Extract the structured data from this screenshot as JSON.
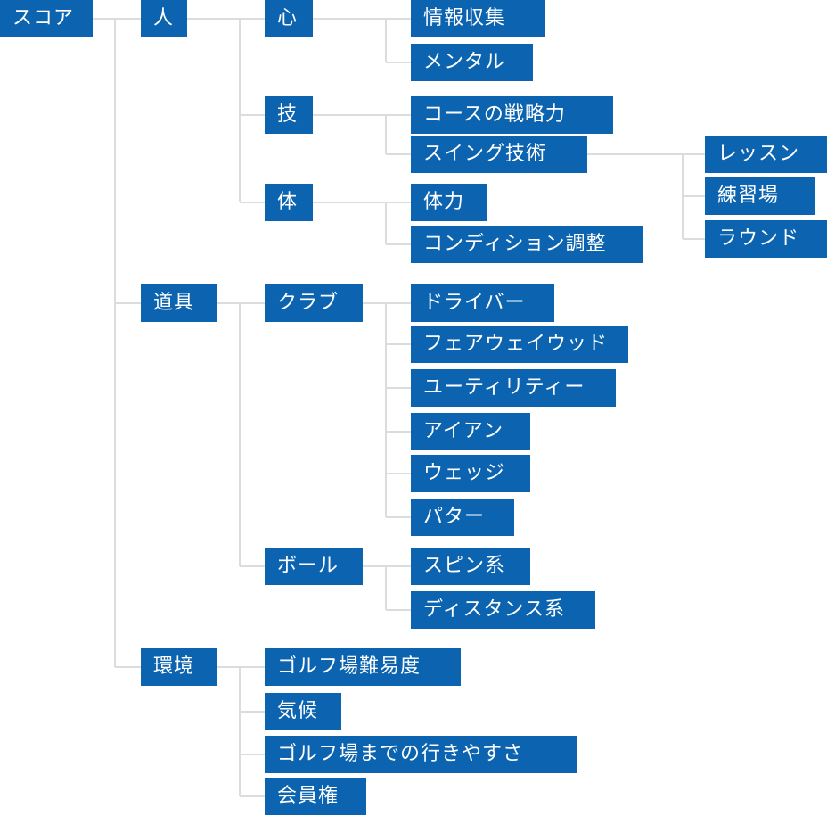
{
  "root": {
    "label": "スコア"
  },
  "people": {
    "label": "人"
  },
  "mind": {
    "label": "心",
    "items": [
      "情報収集",
      "メンタル"
    ]
  },
  "skill": {
    "label": "技",
    "items": [
      "コースの戦略力",
      "スイング技術"
    ]
  },
  "swing_sub": [
    "レッスン",
    "練習場",
    "ラウンド"
  ],
  "body": {
    "label": "体",
    "items": [
      "体力",
      "コンディション調整"
    ]
  },
  "equipment": {
    "label": "道具"
  },
  "clubs": {
    "label": "クラブ",
    "items": [
      "ドライバー",
      "フェアウェイウッド",
      "ユーティリティー",
      "アイアン",
      "ウェッジ",
      "パター"
    ]
  },
  "balls": {
    "label": "ボール",
    "items": [
      "スピン系",
      "ディスタンス系"
    ]
  },
  "environment": {
    "label": "環境",
    "items": [
      "ゴルフ場難易度",
      "気候",
      "ゴルフ場までの行きやすさ",
      "会員権"
    ]
  }
}
